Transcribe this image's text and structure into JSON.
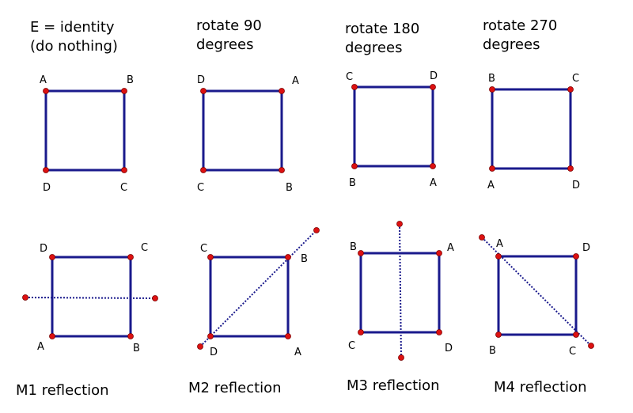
{
  "panels": [
    {
      "caption_lines": [
        "E = identity",
        "(do nothing)"
      ],
      "corners": [
        "A",
        "B",
        "C",
        "D"
      ]
    },
    {
      "caption_lines": [
        "rotate 90",
        "degrees"
      ],
      "corners": [
        "D",
        "A",
        "B",
        "C"
      ]
    },
    {
      "caption_lines": [
        "rotate 180",
        "degrees"
      ],
      "corners": [
        "C",
        "D",
        "A",
        "B"
      ]
    },
    {
      "caption_lines": [
        "rotate 270",
        "degrees"
      ],
      "corners": [
        "B",
        "C",
        "D",
        "A"
      ]
    },
    {
      "caption_lines": [
        "M1 reflection"
      ],
      "corners": [
        "D",
        "C",
        "B",
        "A"
      ],
      "axis": "horizontal"
    },
    {
      "caption_lines": [
        "M2 reflection"
      ],
      "corners": [
        "C",
        "B",
        "A",
        "D"
      ],
      "axis": "diagonal-up"
    },
    {
      "caption_lines": [
        "M3 reflection"
      ],
      "corners": [
        "B",
        "A",
        "D",
        "C"
      ],
      "axis": "vertical"
    },
    {
      "caption_lines": [
        "M4 reflection"
      ],
      "corners": [
        "A",
        "D",
        "C",
        "B"
      ],
      "axis": "diagonal-down"
    }
  ],
  "colors": {
    "square": "#1a1a8c",
    "vertex": "#dd1111",
    "text": "#000000"
  }
}
